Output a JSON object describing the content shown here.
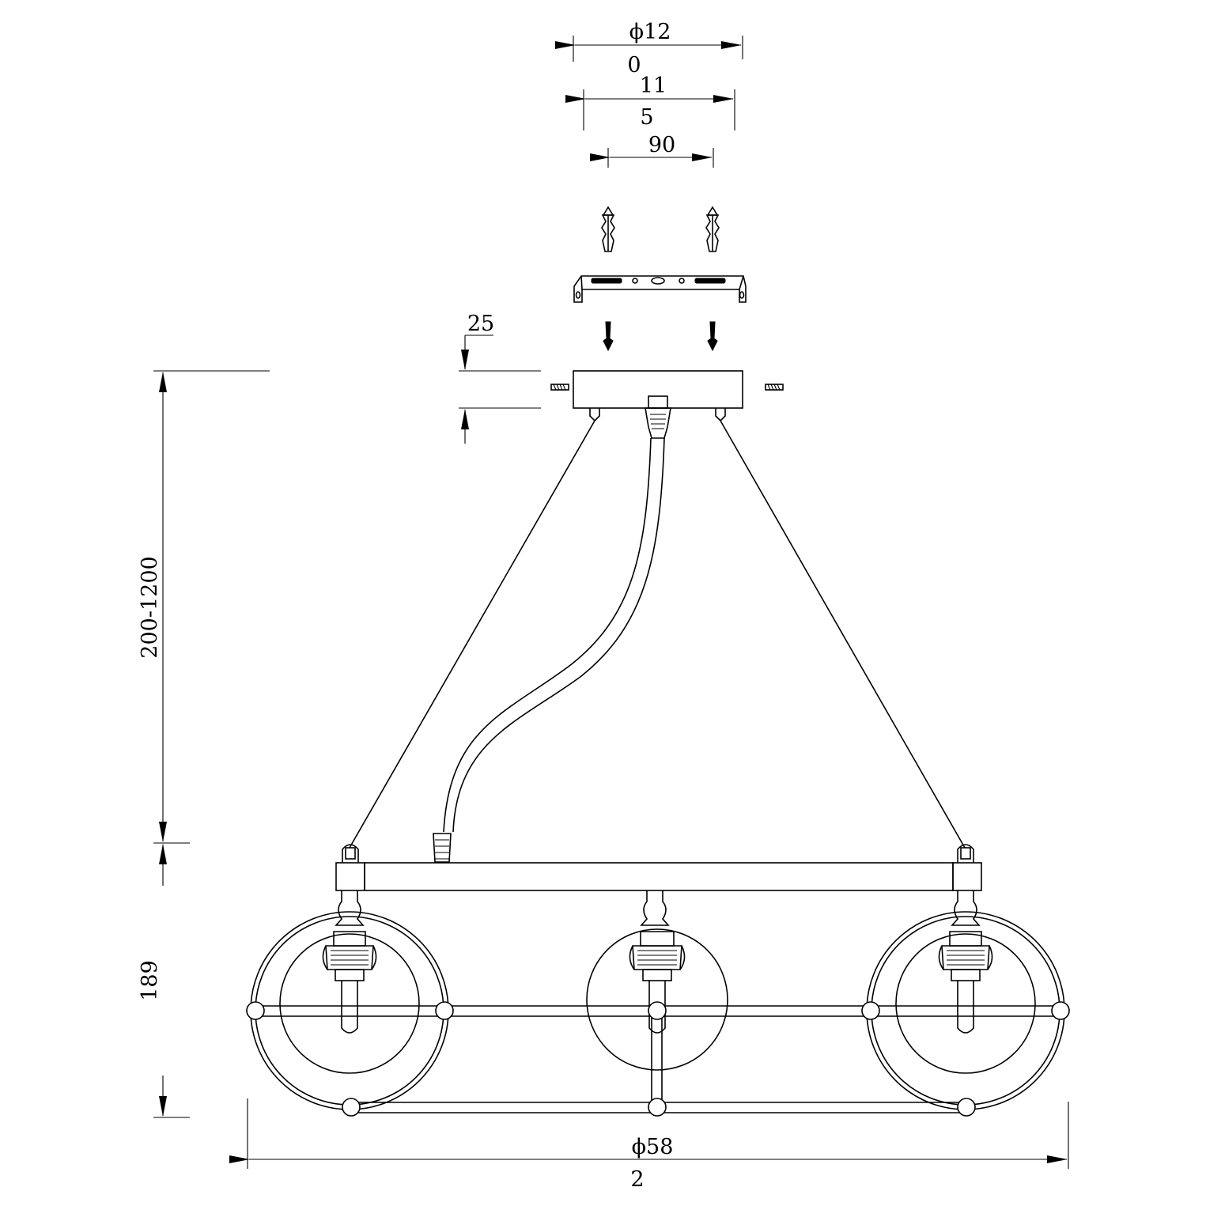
{
  "dimensions": {
    "canopy_bracket_diameter_line1": "ϕ12",
    "canopy_bracket_diameter_line2": "0",
    "bracket_width_line1": "11",
    "bracket_width_line2": "5",
    "screw_spacing": "90",
    "canopy_height": "25",
    "suspension_range": "200-1200",
    "body_height": "189",
    "overall_length_line1": "ϕ58",
    "overall_length_line2": "2"
  },
  "colors": {
    "line": "#000000",
    "background": "#ffffff"
  }
}
